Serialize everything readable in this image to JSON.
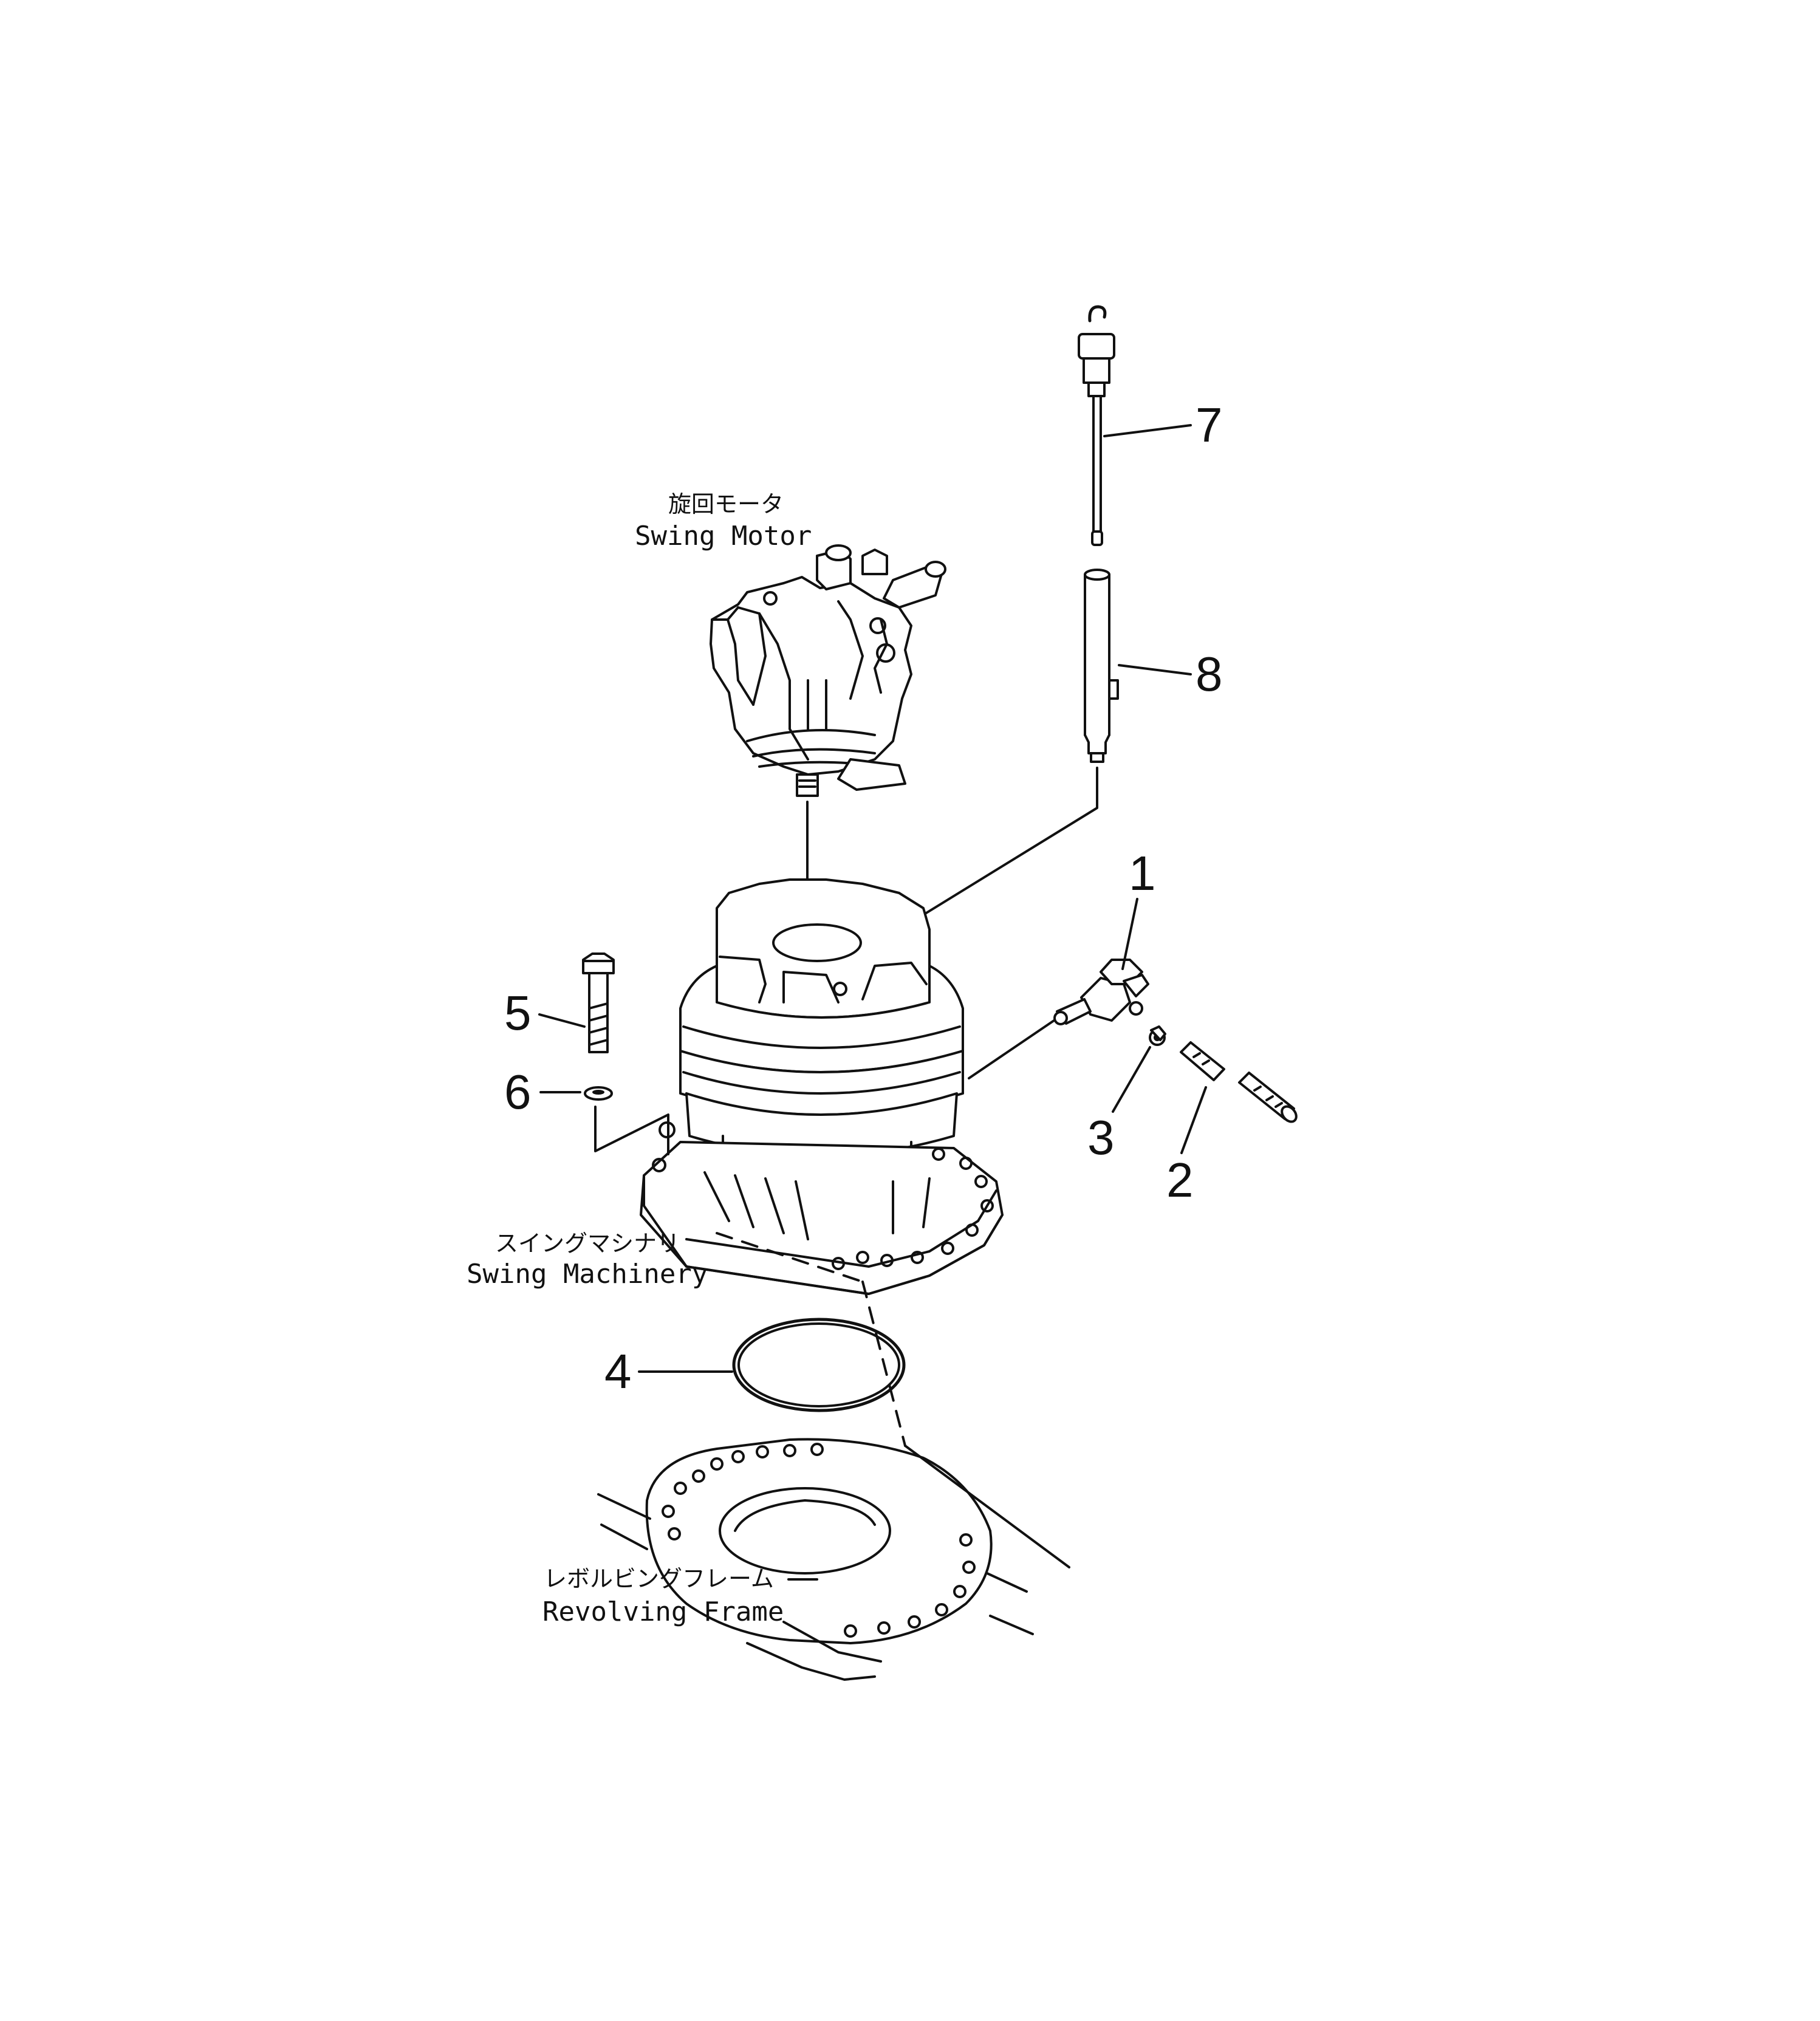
{
  "labels": {
    "swing_motor_jp": "旋回モータ",
    "swing_motor_en": "Swing Motor",
    "swing_machinery_jp": "スイングマシナリ",
    "swing_machinery_en": "Swing Machinery",
    "revolving_frame_jp": "レボルビングフレーム",
    "revolving_frame_en": "Revolving Frame"
  },
  "callouts": {
    "p1": "1",
    "p2": "2",
    "p3": "3",
    "p4": "4",
    "p5": "5",
    "p6": "6",
    "p7": "7",
    "p8": "8"
  }
}
